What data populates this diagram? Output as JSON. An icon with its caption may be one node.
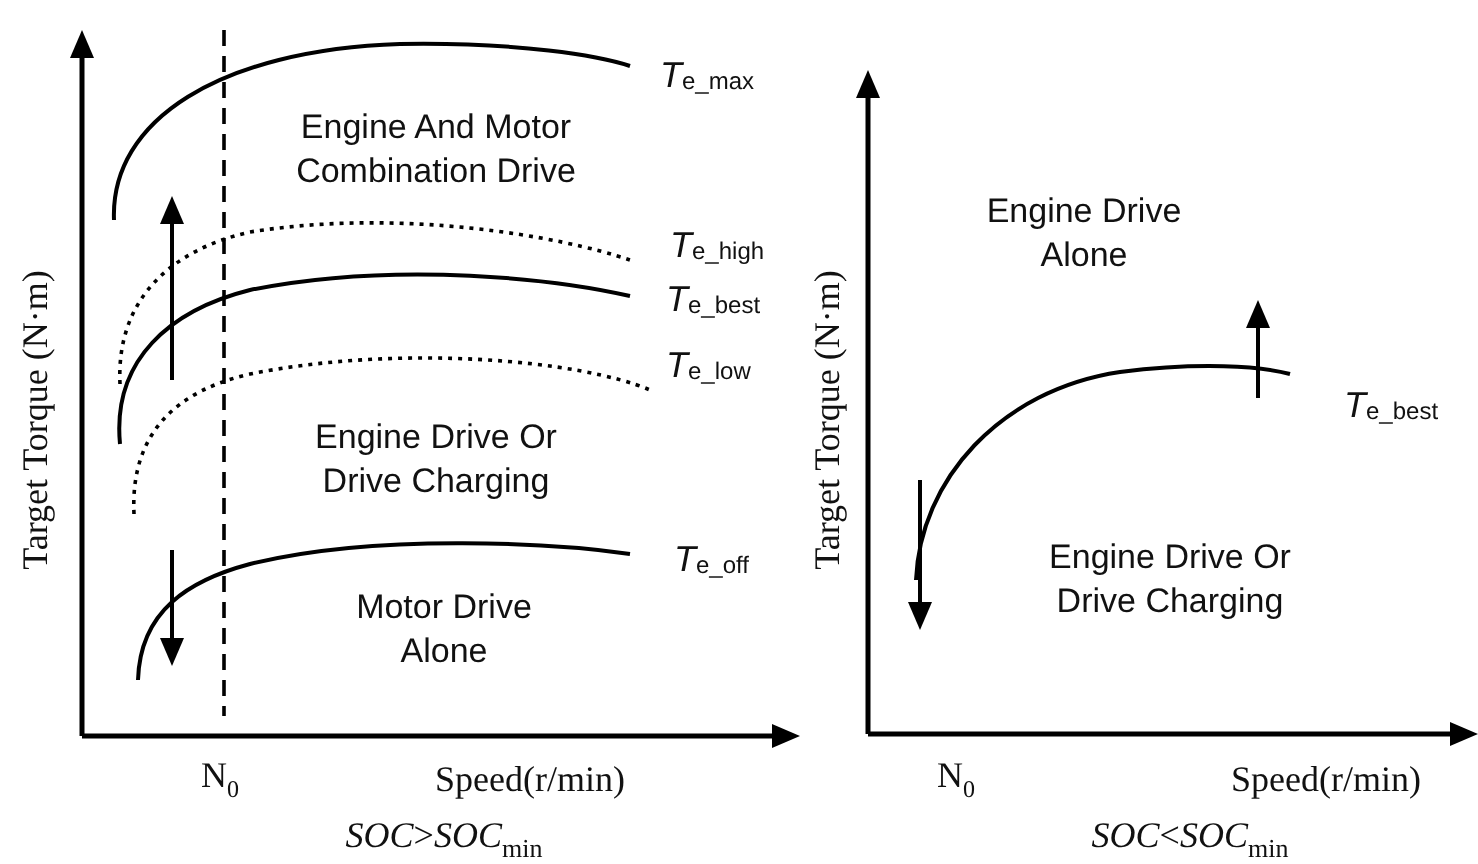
{
  "diagram": {
    "labels": [
      "*T*$_{e_max}$",
      "Engine And Motor Combination Drive",
      "*T*$_{e_high}$",
      "*T*$_{e_best}$",
      "*T*$_{e_low}$",
      "Engine Drive Or Drive Charging",
      "*T*$_{e_off}$",
      "Motor Drive Alone",
      "Target Torque (N·m)",
      "N$_{0}$",
      "Speed(r/min)",
      "*SOC*>*SOC*$_{min}$",
      "Target Torque (N·m)",
      "Engine Drive Alone",
      "*T*$_{e_best}$",
      "Engine Drive Or Drive Charging",
      "N$_{0}$",
      "Speed(r/min)",
      "*SOC*<*SOC*$_{min}$"
    ]
  }
}
